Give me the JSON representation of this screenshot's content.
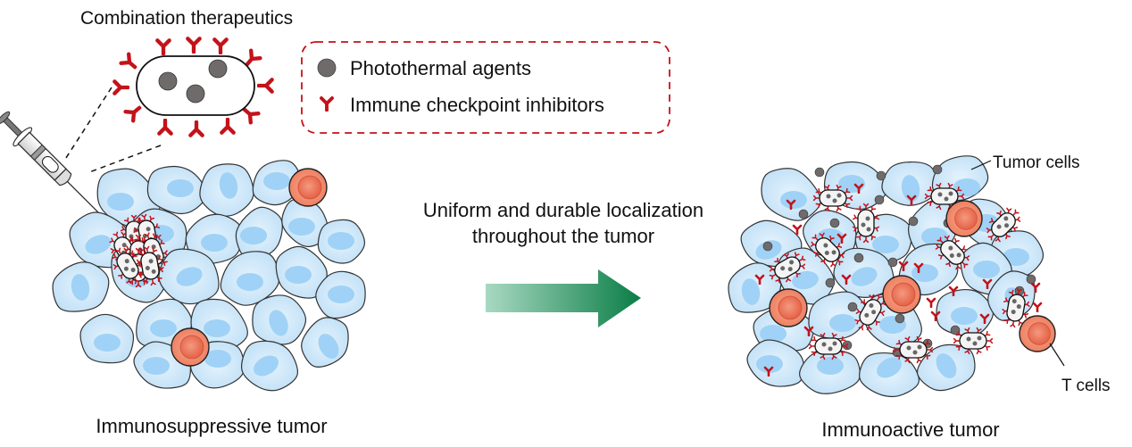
{
  "title": "Combination therapeutics",
  "legend": {
    "items": [
      {
        "icon": "photothermal-agent-dot",
        "label": "Photothermal agents"
      },
      {
        "icon": "antibody-icon",
        "label": "Immune checkpoint inhibitors"
      }
    ]
  },
  "transition": {
    "line1": "Uniform and durable localization",
    "line2": "throughout the tumor",
    "arrow": "gradient-right-arrow"
  },
  "left_panel": {
    "caption": "Immunosuppressive tumor"
  },
  "right_panel": {
    "caption": "Immunoactive tumor",
    "callouts": {
      "tumor_cells": "Tumor cells",
      "t_cells": "T cells"
    }
  },
  "colors": {
    "cell_fill": "#cfe8fb",
    "cell_nucleus": "#9fd2f6",
    "t_cell_outer": "#f08a6c",
    "t_cell_inner": "#e8654a",
    "agent_dot": "#6f6b6b",
    "antibody_red": "#c4121a",
    "legend_border": "#c4121a",
    "arrow_start": "#a8d9c2",
    "arrow_end": "#0a7d46"
  }
}
